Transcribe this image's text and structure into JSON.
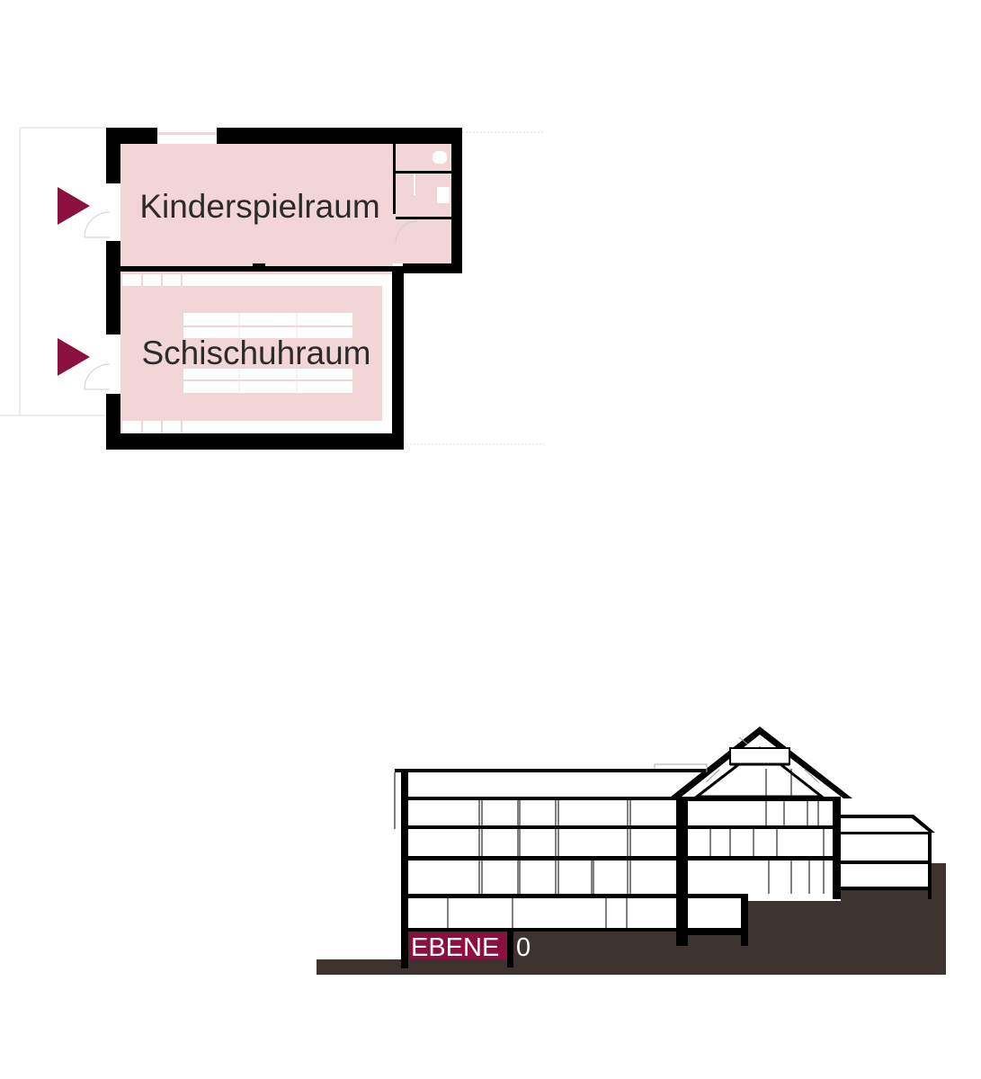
{
  "floorplan": {
    "rooms": [
      {
        "label": "Kinderspielraum"
      },
      {
        "label": "Schischuhraum"
      }
    ]
  },
  "section": {
    "level_badge": "EBENE",
    "level_number": "0"
  },
  "colors": {
    "room_fill": "#f2d5d7",
    "accent": "#8b0f3f",
    "wall": "#000000",
    "ground": "#3d3432",
    "fixture": "#ffffff"
  },
  "icons": {
    "entrance_marker": "entrance-arrow-icon"
  }
}
